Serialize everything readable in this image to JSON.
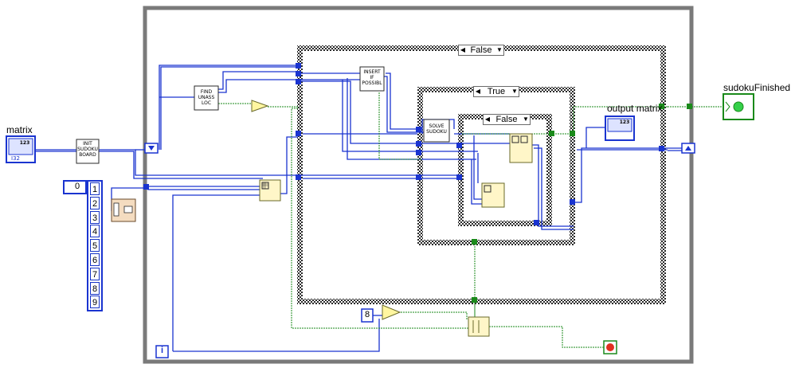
{
  "diagram": {
    "controls": {
      "matrix_label": "matrix",
      "sudoku_finished_label": "sudokuFinished",
      "output_matrix_label": "output matrix"
    },
    "subvis": {
      "init_line1": "INIT",
      "init_line2": "SUDOKU",
      "init_line3": "BOARD",
      "find_line1": "FIND",
      "find_line2": "UNASS",
      "find_line3": "LOC",
      "insert_line1": "INSERT",
      "insert_line2": "IF",
      "insert_line3": "POSSIBL",
      "solve_line1": "SOLVE",
      "solve_line2": "SUDOKU"
    },
    "case_selectors": {
      "outer": "False",
      "middle": "True",
      "inner": "False"
    },
    "array_constant": {
      "index": "0",
      "values": [
        "1",
        "2",
        "3",
        "4",
        "5",
        "6",
        "7",
        "8",
        "9"
      ]
    },
    "numeric_constant": "8",
    "loop_iteration": "i",
    "matrix_indicator_badge": "123"
  },
  "colors": {
    "wire_numeric": "#1a34d0",
    "wire_boolean": "#1a8a1a",
    "loop_frame": "#7a7a7a",
    "case_frame": "#3c3c3c",
    "stop_button": "#e03020",
    "led_on": "#35d04a"
  }
}
